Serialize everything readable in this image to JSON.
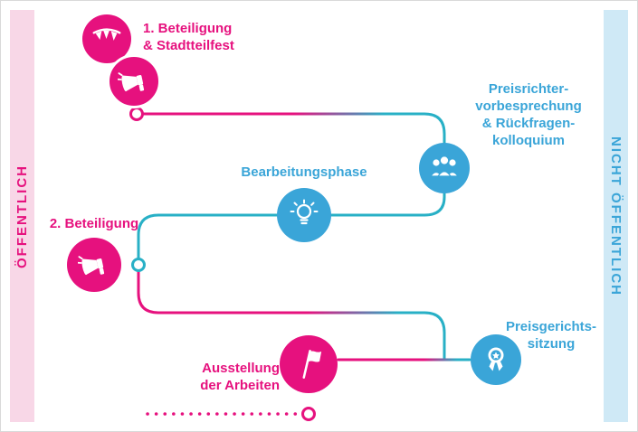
{
  "sidebars": {
    "left": {
      "label": "ÖFFENTLICH"
    },
    "right": {
      "label": "NICHT ÖFFENTLICH"
    }
  },
  "stages": {
    "beteiligung1": {
      "line1": "1. Beteiligung",
      "line2": "& Stadtteilfest"
    },
    "preisrichter": {
      "line1": "Preisrichter-",
      "line2": "vorbesprechung",
      "line3": "& Rückfragen-",
      "line4": "kolloquium"
    },
    "bearbeitungsphase": {
      "label": "Bearbeitungsphase"
    },
    "beteiligung2": {
      "label": "2. Beteiligung"
    },
    "ausstellung": {
      "line1": "Ausstellung",
      "line2": "der Arbeiten"
    },
    "preisgericht": {
      "line1": "Preisgerichts-",
      "line2": "sitzung"
    }
  },
  "icons": {
    "beteiligung1_a": "bunting-icon",
    "beteiligung1_b": "megaphone-icon",
    "preisrichter": "jury-people-icon",
    "bearbeitung": "lightbulb-icon",
    "beteiligung2": "megaphone-icon",
    "ausstellung": "flag-icon",
    "preisgericht": "medal-icon"
  },
  "colors": {
    "pink": "#e6117e",
    "blue": "#3aa5d8",
    "teal": "#28b0c6",
    "pink_light": "#f8d7e7",
    "blue_light": "#cfe9f6"
  }
}
